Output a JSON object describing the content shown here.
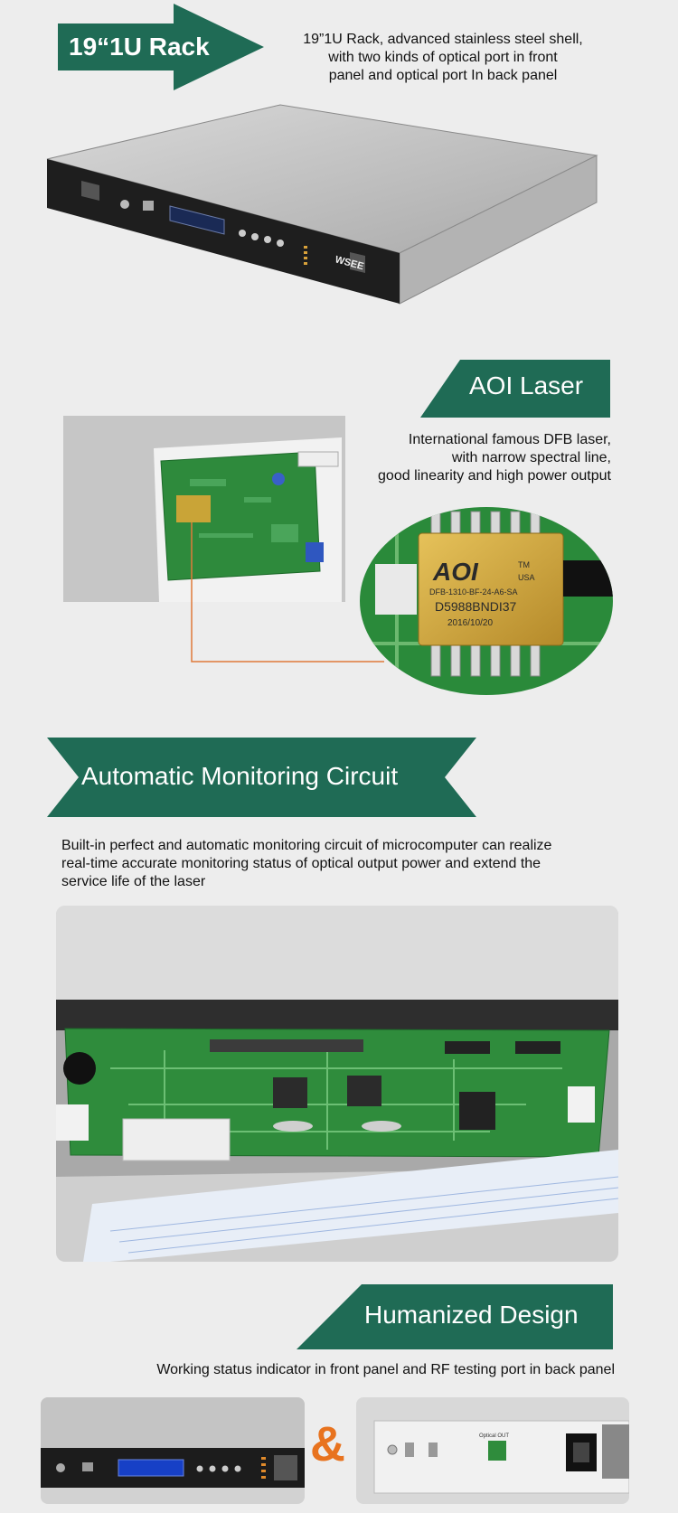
{
  "sections": {
    "rack": {
      "title": "19“1U Rack",
      "desc_lines": [
        "19”1U Rack, advanced stainless steel shell,",
        "with two kinds of optical port in front",
        "panel and optical port In back panel"
      ],
      "device_brand": "WSEE"
    },
    "laser": {
      "title": "AOI Laser",
      "desc_lines": [
        "International famous DFB laser,",
        "with narrow spectral line,",
        "good linearity and high power output"
      ],
      "chip_brand": "AOI",
      "chip_tm": "TM",
      "chip_origin": "USA",
      "chip_model": "DFB-1310-BF-24-A6-SA",
      "chip_serial": "D5988BNDI37",
      "chip_date": "2016/10/20"
    },
    "monitoring": {
      "title": "Automatic Monitoring Circuit",
      "desc_lines": [
        "Built-in perfect and automatic monitoring circuit of microcomputer can realize",
        "real-time accurate monitoring status of optical output power and extend the",
        "service life of the laser"
      ]
    },
    "design": {
      "title": "Humanized Design",
      "desc": "Working status indicator in front panel and RF testing port in back panel",
      "ampersand": "&",
      "port_label": "Optical OUT"
    }
  },
  "colors": {
    "banner_green": "#1f6b55",
    "ampersand_orange": "#e8731f",
    "leader_line": "#e07a3a"
  }
}
